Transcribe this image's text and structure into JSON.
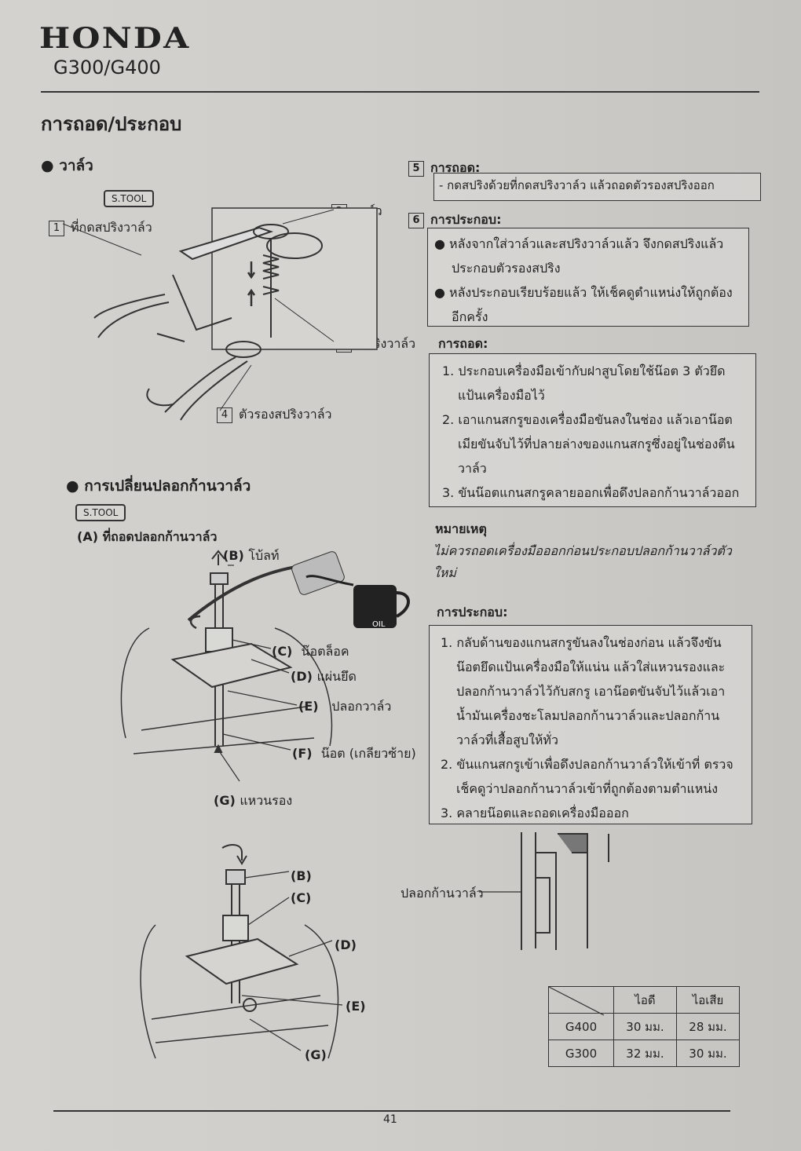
{
  "header": {
    "brand": "HONDA",
    "model": "G300/G400"
  },
  "section_title": "การถอด/ประกอบ",
  "valve": {
    "title": "วาล์ว",
    "stool": "S.TOOL",
    "labels": [
      {
        "num": "1",
        "text": "ที่กดสปริงวาล์ว"
      },
      {
        "num": "2",
        "text": "วาล์ว"
      },
      {
        "num": "3",
        "text": "สปริงวาล์ว"
      },
      {
        "num": "4",
        "text": "ตัวรองสปริงวาล์ว"
      }
    ],
    "step5": {
      "num": "5",
      "title": "การถอด:",
      "lines": [
        "- กดสปริงด้วยที่กดสปริงวาล์ว แล้วถอดตัวรองสปริงออก"
      ]
    },
    "step6": {
      "num": "6",
      "title": "การประกอบ:",
      "lines": [
        "หลังจากใส่วาล์วและสปริงวาล์วแล้ว จึงกดสปริงแล้วประกอบตัวรองสปริง",
        "หลังประกอบเรียบร้อยแล้ว ให้เช็คดูตำแหน่งให้ถูกต้องอีกครั้ง"
      ]
    }
  },
  "guide": {
    "title": "การเปลี่ยนปลอกก้านวาล์ว",
    "stool": "S.TOOL",
    "tool_label": "(A) ที่ถอดปลอกก้านวาล์ว",
    "callouts": [
      {
        "key": "(B)",
        "text": "โบ้ลท์"
      },
      {
        "key": "(C)",
        "text": "น๊อตล็อค"
      },
      {
        "key": "(D)",
        "text": "แผ่นยึด"
      },
      {
        "key": "(E)",
        "text": "ปลอกวาล์ว"
      },
      {
        "key": "(F)",
        "text": "น๊อต (เกลียวซ้าย)"
      },
      {
        "key": "(G)",
        "text": "แหวนรอง"
      }
    ],
    "oil_label": "OIL",
    "lower_callouts": [
      "(B)",
      "(C)",
      "(D)",
      "(E)",
      "(G)"
    ],
    "removal": {
      "title": "การถอด:",
      "items": [
        "1. ประกอบเครื่องมือเข้ากับฝาสูบโดยใช้น๊อต 3 ตัวยึดแป้นเครื่องมือไว้",
        "2. เอาแกนสกรูของเครื่องมือขันลงในช่อง แล้วเอาน๊อตเมียขันจับไว้ที่ปลายล่างของแกนสกรูซึ่งอยู่ในช่องตีนวาล์ว",
        "3. ขันน๊อตแกนสกรูคลายออกเพื่อดึงปลอกก้านวาล์วออก"
      ]
    },
    "note": {
      "title": "หมายเหตุ",
      "text": "ไม่ควรถอดเครื่องมือออกก่อนประกอบปลอกก้านวาล์วตัวใหม่"
    },
    "install": {
      "title": "การประกอบ:",
      "items": [
        "1. กลับด้านของแกนสกรูขันลงในช่องก่อน แล้วจึงขันน๊อตยึดแป้นเครื่องมือให้แน่น แล้วใส่แหวนรองและปลอกก้านวาล์วไว้กับสกรู เอาน๊อตขันจับไว้แล้วเอาน้ำมันเครื่องชะโลมปลอกก้านวาล์วและปลอกก้านวาล์วที่เสื้อสูบให้ทั่ว",
        "2. ขันแกนสกรูเข้าเพื่อดึงปลอกก้านวาล์วให้เข้าที่ ตรวจเช็คดูว่าปลอกก้านวาล์วเข้าที่ถูกต้องตามตำแหน่ง",
        "3. คลายน๊อตและถอดเครื่องมือออก"
      ]
    },
    "section_label": "ปลอกก้านวาล์ว"
  },
  "spec_table": {
    "headers": [
      "",
      "ไอดี",
      "ไอเสีย"
    ],
    "rows": [
      [
        "G400",
        "30 มม.",
        "28 มม."
      ],
      [
        "G300",
        "32 มม.",
        "30 มม."
      ]
    ]
  },
  "page_number": "41"
}
